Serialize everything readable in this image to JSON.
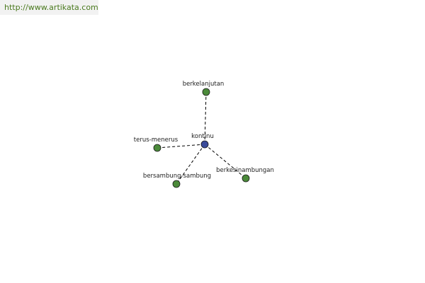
{
  "banner": {
    "url": "http://www.artikata.com"
  },
  "colors": {
    "banner_text": "#4a7a1e",
    "center_node": "#3a4a9a",
    "leaf_node": "#4b8a3a",
    "edge": "#000000",
    "label": "#222222"
  },
  "graph": {
    "center": {
      "label": "kontinu"
    },
    "leaves": [
      {
        "label": "berkelanjutan"
      },
      {
        "label": "terus-menerus"
      },
      {
        "label": "bersambung-sambung"
      },
      {
        "label": "berkesinambungan"
      }
    ]
  }
}
